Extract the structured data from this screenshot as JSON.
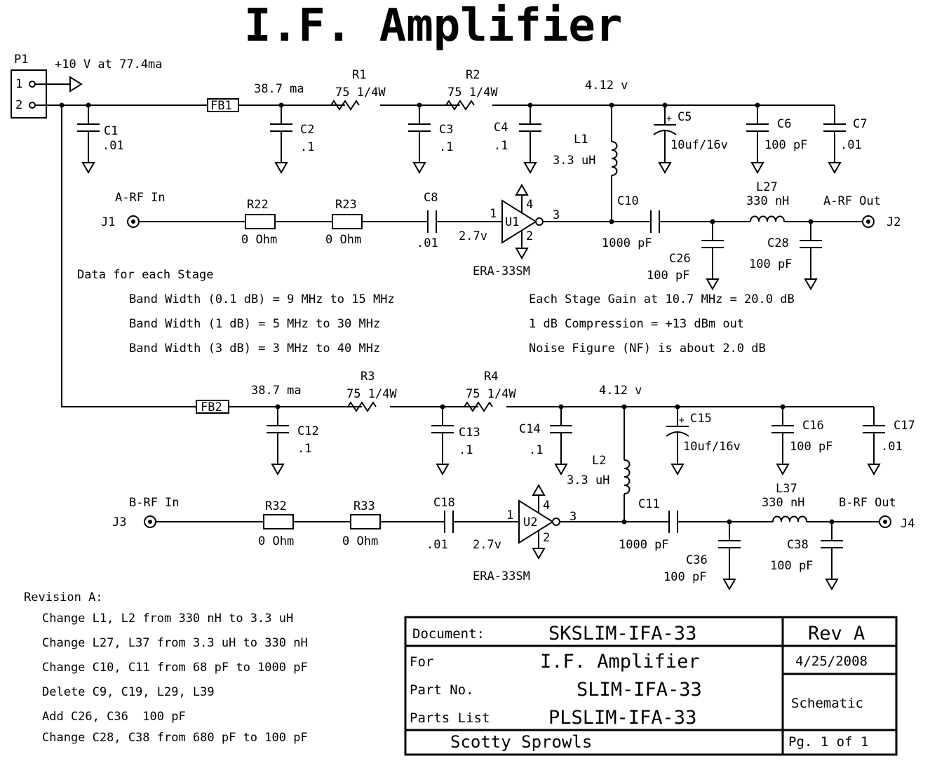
{
  "title": "I.F. Amplifier",
  "connector": {
    "name": "P1",
    "pin1": "1",
    "pin2": "2",
    "supply": "+10 V at 77.4ma"
  },
  "ferrites": {
    "fb1": "FB1",
    "fb2": "FB2"
  },
  "currents": {
    "stage_a": "38.7 ma",
    "stage_b": "38.7 ma"
  },
  "voltages": {
    "node_a": "4.12 v",
    "node_b": "4.12 v",
    "bias_a": "2.7v",
    "bias_b": "2.7v"
  },
  "resistors": [
    {
      "ref": "R1",
      "value": "75 1/4W"
    },
    {
      "ref": "R2",
      "value": "75 1/4W"
    },
    {
      "ref": "R3",
      "value": "75 1/4W"
    },
    {
      "ref": "R4",
      "value": "75 1/4W"
    },
    {
      "ref": "R22",
      "value": "0 Ohm"
    },
    {
      "ref": "R23",
      "value": "0 Ohm"
    },
    {
      "ref": "R32",
      "value": "0 Ohm"
    },
    {
      "ref": "R33",
      "value": "0 Ohm"
    }
  ],
  "caps": [
    {
      "ref": "C1",
      "value": ".01"
    },
    {
      "ref": "C2",
      "value": ".1"
    },
    {
      "ref": "C3",
      "value": ".1"
    },
    {
      "ref": "C4",
      "value": ".1"
    },
    {
      "ref": "C5",
      "value": "10uf/16v"
    },
    {
      "ref": "C6",
      "value": "100 pF"
    },
    {
      "ref": "C7",
      "value": ".01"
    },
    {
      "ref": "C8",
      "value": ".01"
    },
    {
      "ref": "C10",
      "value": "1000 pF"
    },
    {
      "ref": "C26",
      "value": "100 pF"
    },
    {
      "ref": "C28",
      "value": "100 pF"
    },
    {
      "ref": "C12",
      "value": ".1"
    },
    {
      "ref": "C13",
      "value": ".1"
    },
    {
      "ref": "C14",
      "value": ".1"
    },
    {
      "ref": "C15",
      "value": "10uf/16v"
    },
    {
      "ref": "C16",
      "value": "100 pF"
    },
    {
      "ref": "C17",
      "value": ".01"
    },
    {
      "ref": "C18",
      "value": ".01"
    },
    {
      "ref": "C11",
      "value": "1000 pF"
    },
    {
      "ref": "C36",
      "value": "100 pF"
    },
    {
      "ref": "C38",
      "value": "100 pF"
    }
  ],
  "plus": "+",
  "inductors": [
    {
      "ref": "L1",
      "value": "3.3 uH"
    },
    {
      "ref": "L27",
      "value": "330 nH"
    },
    {
      "ref": "L2",
      "value": "3.3 uH"
    },
    {
      "ref": "L37",
      "value": "330 nH"
    }
  ],
  "amps": [
    {
      "ref": "U1",
      "part": "ERA-33SM",
      "pin_in": "1",
      "pin_out": "3",
      "pin_top": "4",
      "pin_bot": "2"
    },
    {
      "ref": "U2",
      "part": "ERA-33SM",
      "pin_in": "1",
      "pin_out": "3",
      "pin_top": "4",
      "pin_bot": "2"
    }
  ],
  "jacks": [
    {
      "ref": "J1",
      "label": "A-RF In"
    },
    {
      "ref": "J2",
      "label": "A-RF Out"
    },
    {
      "ref": "J3",
      "label": "B-RF In"
    },
    {
      "ref": "J4",
      "label": "B-RF Out"
    }
  ],
  "stage_data": {
    "heading": "Data for each Stage",
    "left": [
      "Band Width (0.1 dB) = 9 MHz to 15 MHz",
      "Band Width (1 dB) = 5 MHz to 30 MHz",
      "Band Width (3 dB) = 3 MHz to 40 MHz"
    ],
    "right": [
      "Each Stage Gain at 10.7 MHz = 20.0 dB",
      "1 dB Compression = +13 dBm out",
      "Noise Figure (NF) is about 2.0 dB"
    ]
  },
  "revision": {
    "heading": "Revision A:",
    "items": [
      "Change L1, L2 from 330 nH to 3.3 uH",
      "Change L27, L37 from 3.3 uH to 330 nH",
      "Change C10, C11 from 68 pF to 1000 pF",
      "Delete C9, C19, L29, L39",
      "Add C26, C36  100 pF",
      "Change C28, C38 from 680 pF to 100 pF"
    ]
  },
  "title_block": {
    "document_label": "Document:",
    "document_value": "SKSLIM-IFA-33",
    "rev": "Rev A",
    "for_label": "For",
    "for_value": "I.F. Amplifier",
    "date": "4/25/2008",
    "part_label": "Part No.",
    "part_value": "SLIM-IFA-33",
    "type": "Schematic",
    "parts_label": "Parts List",
    "parts_value": "PLSLIM-IFA-33",
    "author": "Scotty Sprowls",
    "page": "Pg. 1 of 1"
  }
}
